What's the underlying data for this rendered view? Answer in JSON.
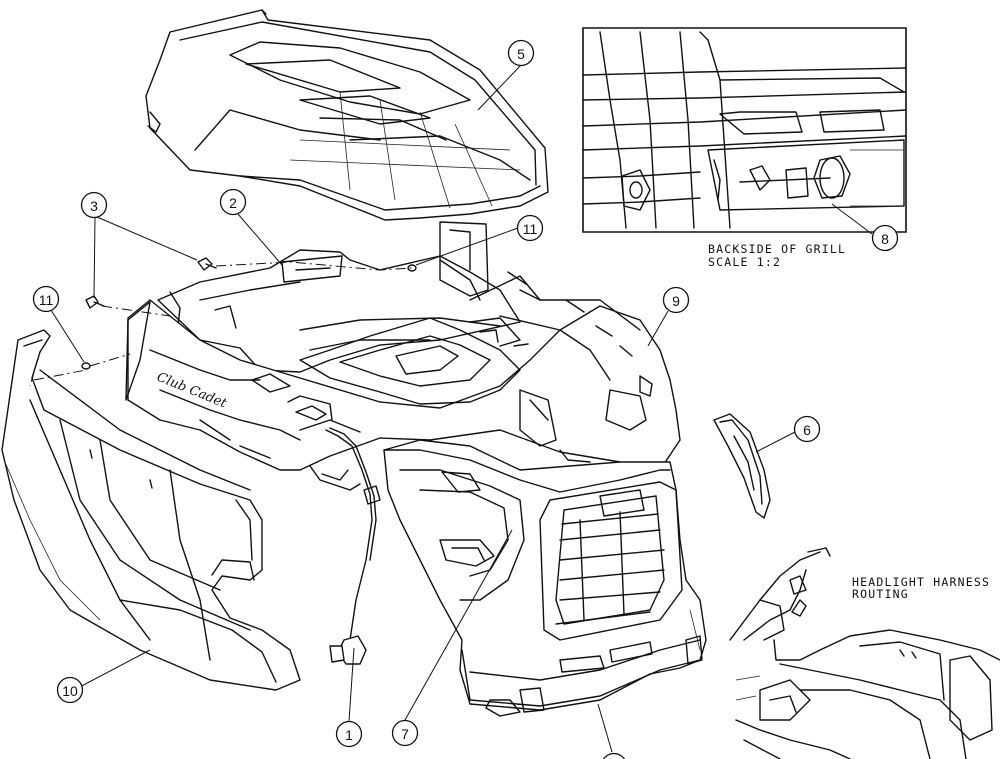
{
  "balloons": {
    "b1": "1",
    "b2": "2",
    "b3": "3",
    "b5": "5",
    "b6": "6",
    "b7": "7",
    "b8": "8",
    "b9": "9",
    "b10": "10",
    "b11a": "11",
    "b11b": "11"
  },
  "notes": {
    "grill_detail_line1": "BACKSIDE OF GRILL",
    "grill_detail_line2": "SCALE 1:2",
    "harness_line1": "HEADLIGHT HARNESS",
    "harness_line2": "ROUTING"
  },
  "brand": "Club Cadet"
}
